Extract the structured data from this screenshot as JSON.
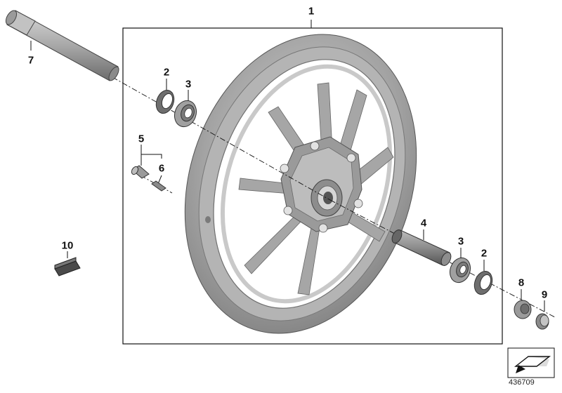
{
  "diagram": {
    "callouts": {
      "c1": "1",
      "c2a": "2",
      "c3a": "3",
      "c4": "4",
      "c3b": "3",
      "c2b": "2",
      "c5": "5",
      "c6": "6",
      "c7": "7",
      "c8": "8",
      "c9": "9",
      "c10": "10"
    },
    "document_number": "436709",
    "colors": {
      "rim": "#9a9a9a",
      "rim_dark": "#6f6f6f",
      "rim_light": "#c8c8c8",
      "line": "#111111"
    },
    "icons": {
      "main_part": "front-wheel-icon",
      "direction": "travel-direction-arrow-icon"
    }
  }
}
